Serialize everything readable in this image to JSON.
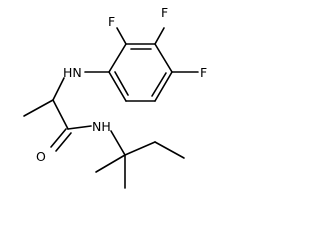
{
  "molecule": {
    "atoms": {
      "f_top_left": "F",
      "f_top_right": "F",
      "f_right": "F",
      "nh_amine": "HN",
      "nh_amide": "NH",
      "o_carbonyl": "O"
    }
  }
}
